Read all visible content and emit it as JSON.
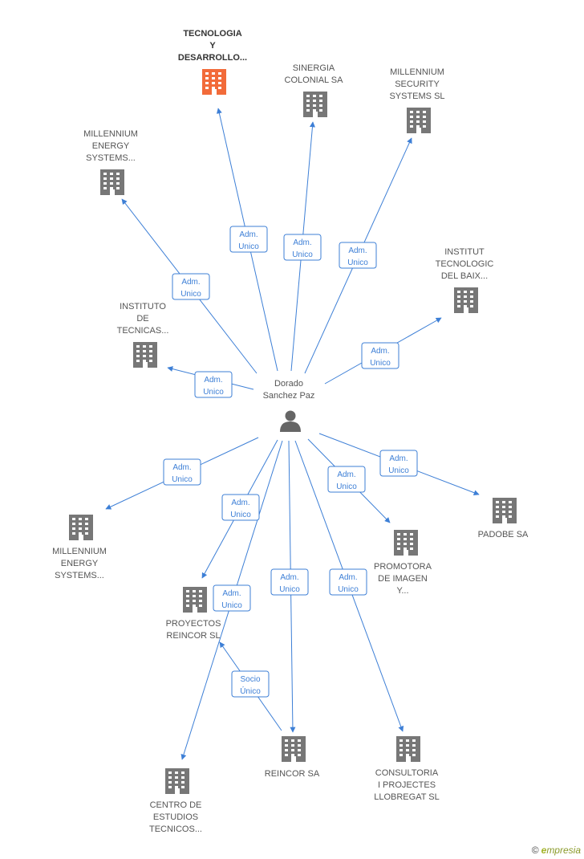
{
  "colors": {
    "edge": "#3d7fd6",
    "company": "#777777",
    "company_highlight": "#f26b3a",
    "person": "#666666",
    "text": "#555555"
  },
  "center": {
    "id": "person",
    "label_lines": [
      "Dorado",
      "Sanchez Paz"
    ],
    "icon": "person-icon"
  },
  "nodes": [
    {
      "id": "tecnologia",
      "label_lines": [
        "TECNOLOGIA",
        "Y",
        "DESARROLLO..."
      ],
      "highlight": true,
      "icon": "building-icon"
    },
    {
      "id": "sinergia",
      "label_lines": [
        "SINERGIA",
        "COLONIAL SA"
      ],
      "icon": "building-icon"
    },
    {
      "id": "millennium_security",
      "label_lines": [
        "MILLENNIUM",
        "SECURITY",
        "SYSTEMS SL"
      ],
      "icon": "building-icon"
    },
    {
      "id": "millennium_energy_top",
      "label_lines": [
        "MILLENNIUM",
        "ENERGY",
        "SYSTEMS..."
      ],
      "icon": "building-icon"
    },
    {
      "id": "institut_baix",
      "label_lines": [
        "INSTITUT",
        "TECNOLOGIC",
        "DEL BAIX..."
      ],
      "icon": "building-icon"
    },
    {
      "id": "instituto_tecnicas",
      "label_lines": [
        "INSTITUTO",
        "DE",
        "TECNICAS..."
      ],
      "icon": "building-icon"
    },
    {
      "id": "millennium_energy_bottom",
      "label_lines": [
        "MILLENNIUM",
        "ENERGY",
        "SYSTEMS..."
      ],
      "icon": "building-icon"
    },
    {
      "id": "padobe",
      "label_lines": [
        "PADOBE SA"
      ],
      "icon": "building-icon"
    },
    {
      "id": "promotora",
      "label_lines": [
        "PROMOTORA",
        "DE IMAGEN",
        "Y..."
      ],
      "icon": "building-icon"
    },
    {
      "id": "proyectos_reincor",
      "label_lines": [
        "PROYECTOS",
        "REINCOR SL"
      ],
      "icon": "building-icon"
    },
    {
      "id": "reincor",
      "label_lines": [
        "REINCOR SA"
      ],
      "icon": "building-icon"
    },
    {
      "id": "consultoria",
      "label_lines": [
        "CONSULTORIA",
        "I PROJECTES",
        "LLOBREGAT SL"
      ],
      "icon": "building-icon"
    },
    {
      "id": "centro_estudios",
      "label_lines": [
        "CENTRO DE",
        "ESTUDIOS",
        "TECNICOS..."
      ],
      "icon": "building-icon"
    }
  ],
  "edges": [
    {
      "from": "person",
      "to": "tecnologia",
      "label_lines": [
        "Adm.",
        "Unico"
      ]
    },
    {
      "from": "person",
      "to": "sinergia",
      "label_lines": [
        "Adm.",
        "Unico"
      ]
    },
    {
      "from": "person",
      "to": "millennium_security",
      "label_lines": [
        "Adm.",
        "Unico"
      ]
    },
    {
      "from": "person",
      "to": "millennium_energy_top",
      "label_lines": [
        "Adm.",
        "Unico"
      ]
    },
    {
      "from": "person",
      "to": "institut_baix",
      "label_lines": [
        "Adm.",
        "Unico"
      ]
    },
    {
      "from": "person",
      "to": "instituto_tecnicas",
      "label_lines": [
        "Adm.",
        "Unico"
      ]
    },
    {
      "from": "person",
      "to": "millennium_energy_bottom",
      "label_lines": [
        "Adm.",
        "Unico"
      ]
    },
    {
      "from": "person",
      "to": "padobe",
      "label_lines": [
        "Adm.",
        "Unico"
      ]
    },
    {
      "from": "person",
      "to": "promotora",
      "label_lines": [
        "Adm.",
        "Unico"
      ]
    },
    {
      "from": "person",
      "to": "proyectos_reincor",
      "label_lines": [
        "Adm.",
        "Unico"
      ]
    },
    {
      "from": "person",
      "to": "centro_estudios",
      "label_lines": [
        "Adm.",
        "Unico"
      ]
    },
    {
      "from": "person",
      "to": "reincor",
      "label_lines": [
        "Adm.",
        "Unico"
      ]
    },
    {
      "from": "person",
      "to": "consultoria",
      "label_lines": [
        "Adm.",
        "Unico"
      ]
    },
    {
      "from": "reincor",
      "to": "proyectos_reincor",
      "label_lines": [
        "Socio",
        "Único"
      ]
    }
  ],
  "brand": {
    "copyright": "©",
    "initial": "e",
    "rest": "mpresia"
  }
}
